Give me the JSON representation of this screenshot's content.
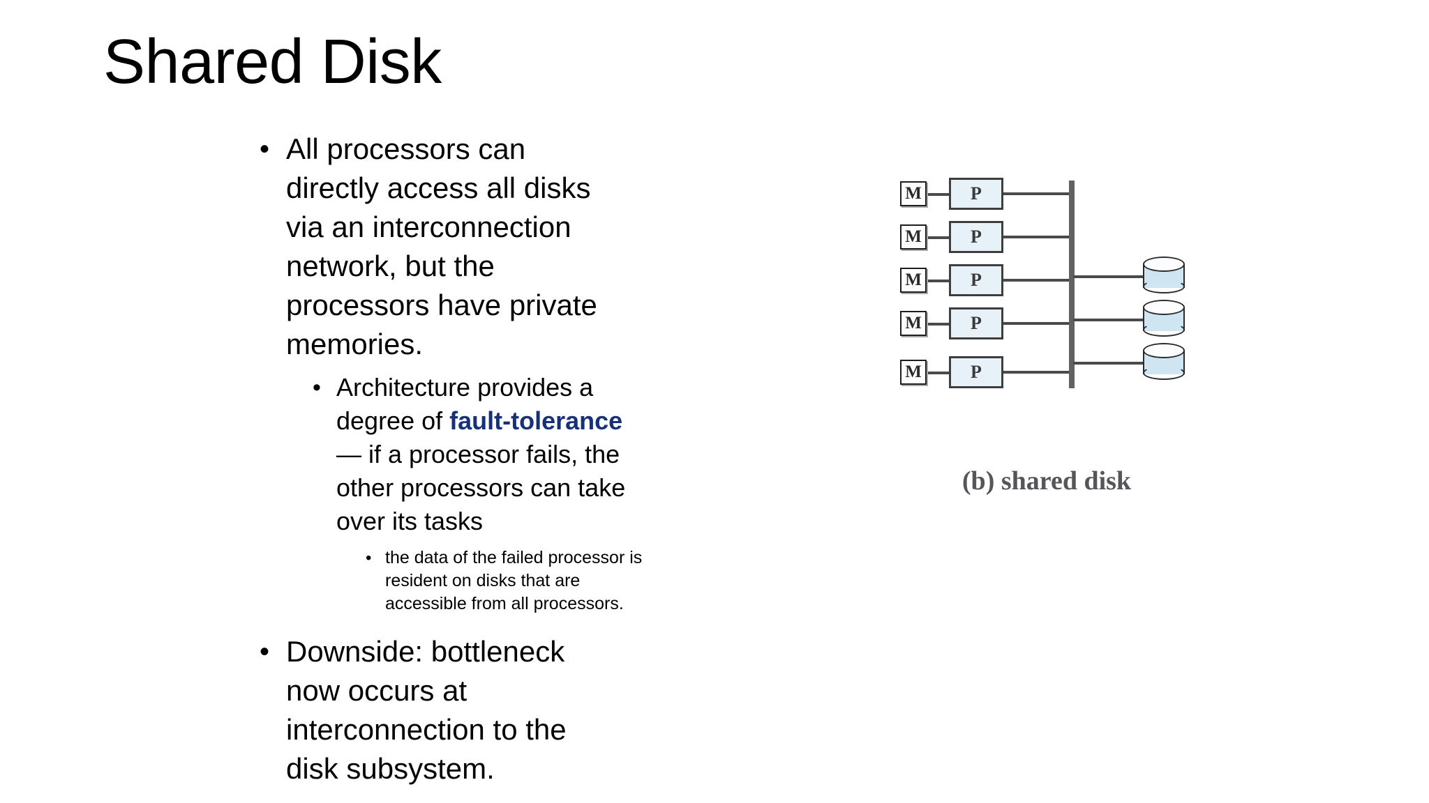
{
  "slide": {
    "title": "Shared Disk",
    "background_color": "#ffffff",
    "bullet_glyph": "•",
    "accent_color": "#16307a"
  },
  "content": {
    "bullets": [
      {
        "level": 1,
        "text": "All processors can directly access all disks via an interconnection network, but the processors have private memories."
      },
      {
        "level": 2,
        "text_before": "Architecture provides a degree of ",
        "keyword": "fault-tolerance",
        "text_after": " — if a processor fails, the other processors can take over its tasks"
      },
      {
        "level": 3,
        "text": "the data of the failed processor is resident on disks that are accessible from all processors."
      },
      {
        "level": 1,
        "text": "Downside: bottleneck now occurs at interconnection to the disk subsystem."
      }
    ]
  },
  "diagram": {
    "caption": "(b) shared disk",
    "memory_label": "M",
    "processor_label": "P",
    "node_count": 5,
    "disk_count": 3,
    "processor_fill": "#e6f1f8",
    "disk_fill": "#cfe6f2",
    "bus_color": "#616161"
  }
}
